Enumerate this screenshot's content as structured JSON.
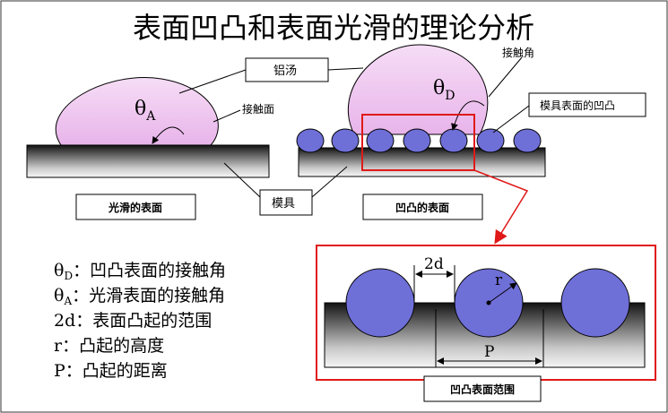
{
  "title": "表面凹凸和表面光滑的理论分析",
  "labels": {
    "lvtang": "铝汤",
    "contact_angle_left": "接触面",
    "contact_angle_right": "接触角",
    "mold_roughness": "模具表面的凹凸",
    "mold": "模具",
    "smooth_surface": "光滑的表面",
    "rough_surface": "凹凸的表面",
    "range_label": "凹凸表面范围"
  },
  "angles": {
    "theta_a_sym": "θ",
    "theta_a_sub": "A",
    "theta_d_sym": "θ",
    "theta_d_sub": "D"
  },
  "zoom": {
    "two_d": "2d",
    "r": "r",
    "p": "P"
  },
  "legend": [
    {
      "sym": "θ",
      "sub": "D",
      "text": "：凹凸表面的接触角"
    },
    {
      "sym": "θ",
      "sub": "A",
      "text": "：光滑表面的接触角"
    },
    {
      "sym": "2d",
      "sub": "",
      "text": "：表面凸起的范围"
    },
    {
      "sym": "r",
      "sub": "",
      "text": "：凸起的高度"
    },
    {
      "sym": "P",
      "sub": "",
      "text": "：凸起的距离"
    }
  ],
  "colors": {
    "droplet_fill": "#f0c8f0",
    "bump_fill": "#6f6fd8",
    "highlight_red": "#e01818",
    "mold_dark": "#111111",
    "mold_light": "#f4f4f4"
  }
}
